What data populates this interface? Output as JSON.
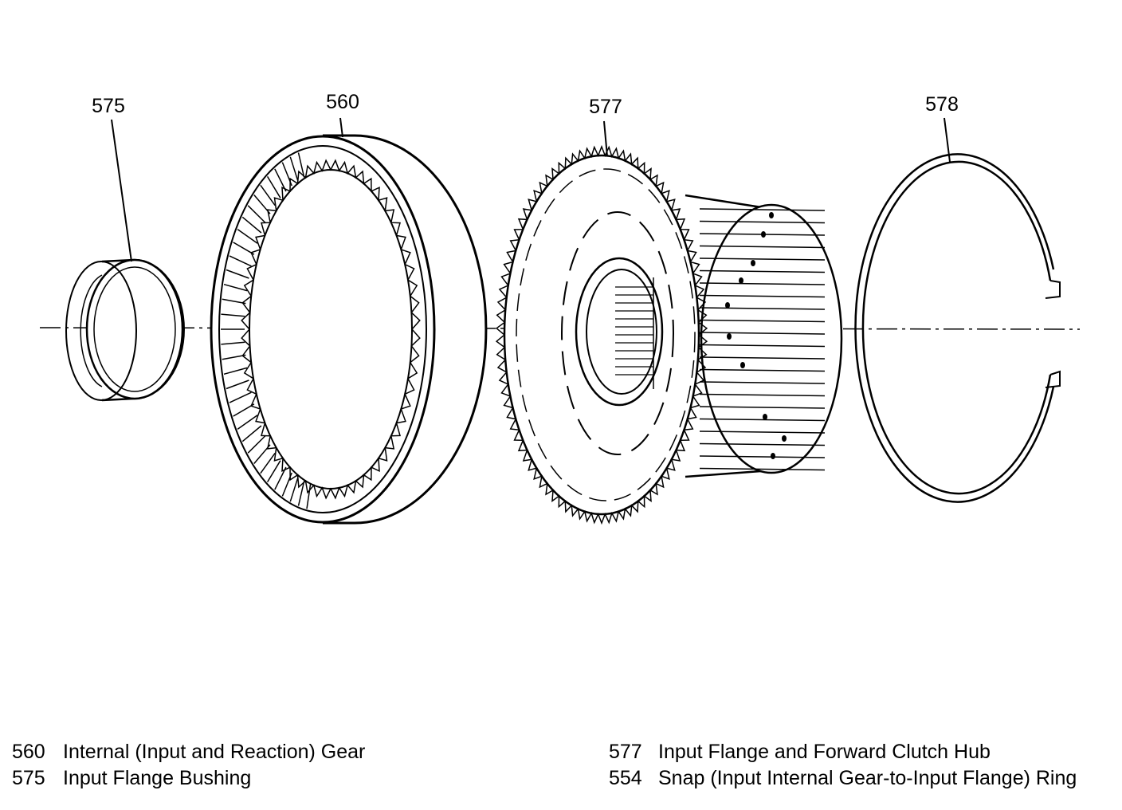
{
  "callouts": {
    "c575": "575",
    "c560": "560",
    "c577": "577",
    "c578": "578"
  },
  "legend": {
    "left": [
      {
        "num": "560",
        "text": "Internal (Input and Reaction) Gear"
      },
      {
        "num": "575",
        "text": "Input Flange Bushing"
      }
    ],
    "right": [
      {
        "num": "577",
        "text": "Input Flange and Forward Clutch Hub"
      },
      {
        "num": "554",
        "text": "Snap (Input Internal Gear-to-Input Flange) Ring"
      }
    ]
  }
}
